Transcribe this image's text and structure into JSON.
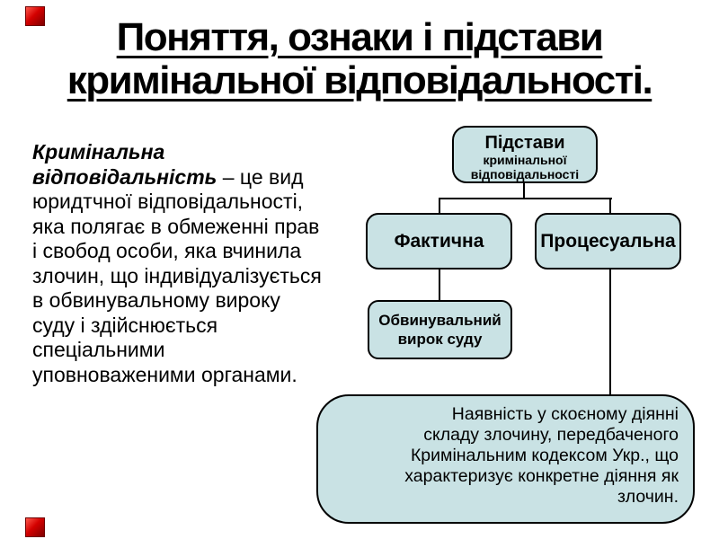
{
  "slide": {
    "background": "#ffffff",
    "accent_red": "#d40000",
    "title": {
      "line1": "Поняття, ознаки і підстави",
      "line2": "кримінальної відповідальності."
    },
    "definition": {
      "term": "Кримінальна\nвідповідальність",
      "body": "– це вид юридтчної відповідальності, яка полягає в обмеженні прав і свобод особи, яка вчинила злочин, що індивідуалізується в обвинувальному вироку суду і здійснюється спеціальними уповноваженими органами."
    },
    "diagram": {
      "box_fill": "#c9e2e4",
      "box_border": "#000000",
      "root_box": {
        "title": "Підстави",
        "subtitle": "кримінальної\nвідповідальності"
      },
      "factual_box": "Фактична",
      "procedural_box": "Процесуальна",
      "verdict_box": "Обвинувальний\nвирок суду",
      "description_box": "Наявність у скоєному діянні\nскладу злочину, передбаченого\nКримінальним кодексом Укр., що\nхарактеризує конкретне діяння як\nзлочин."
    }
  }
}
